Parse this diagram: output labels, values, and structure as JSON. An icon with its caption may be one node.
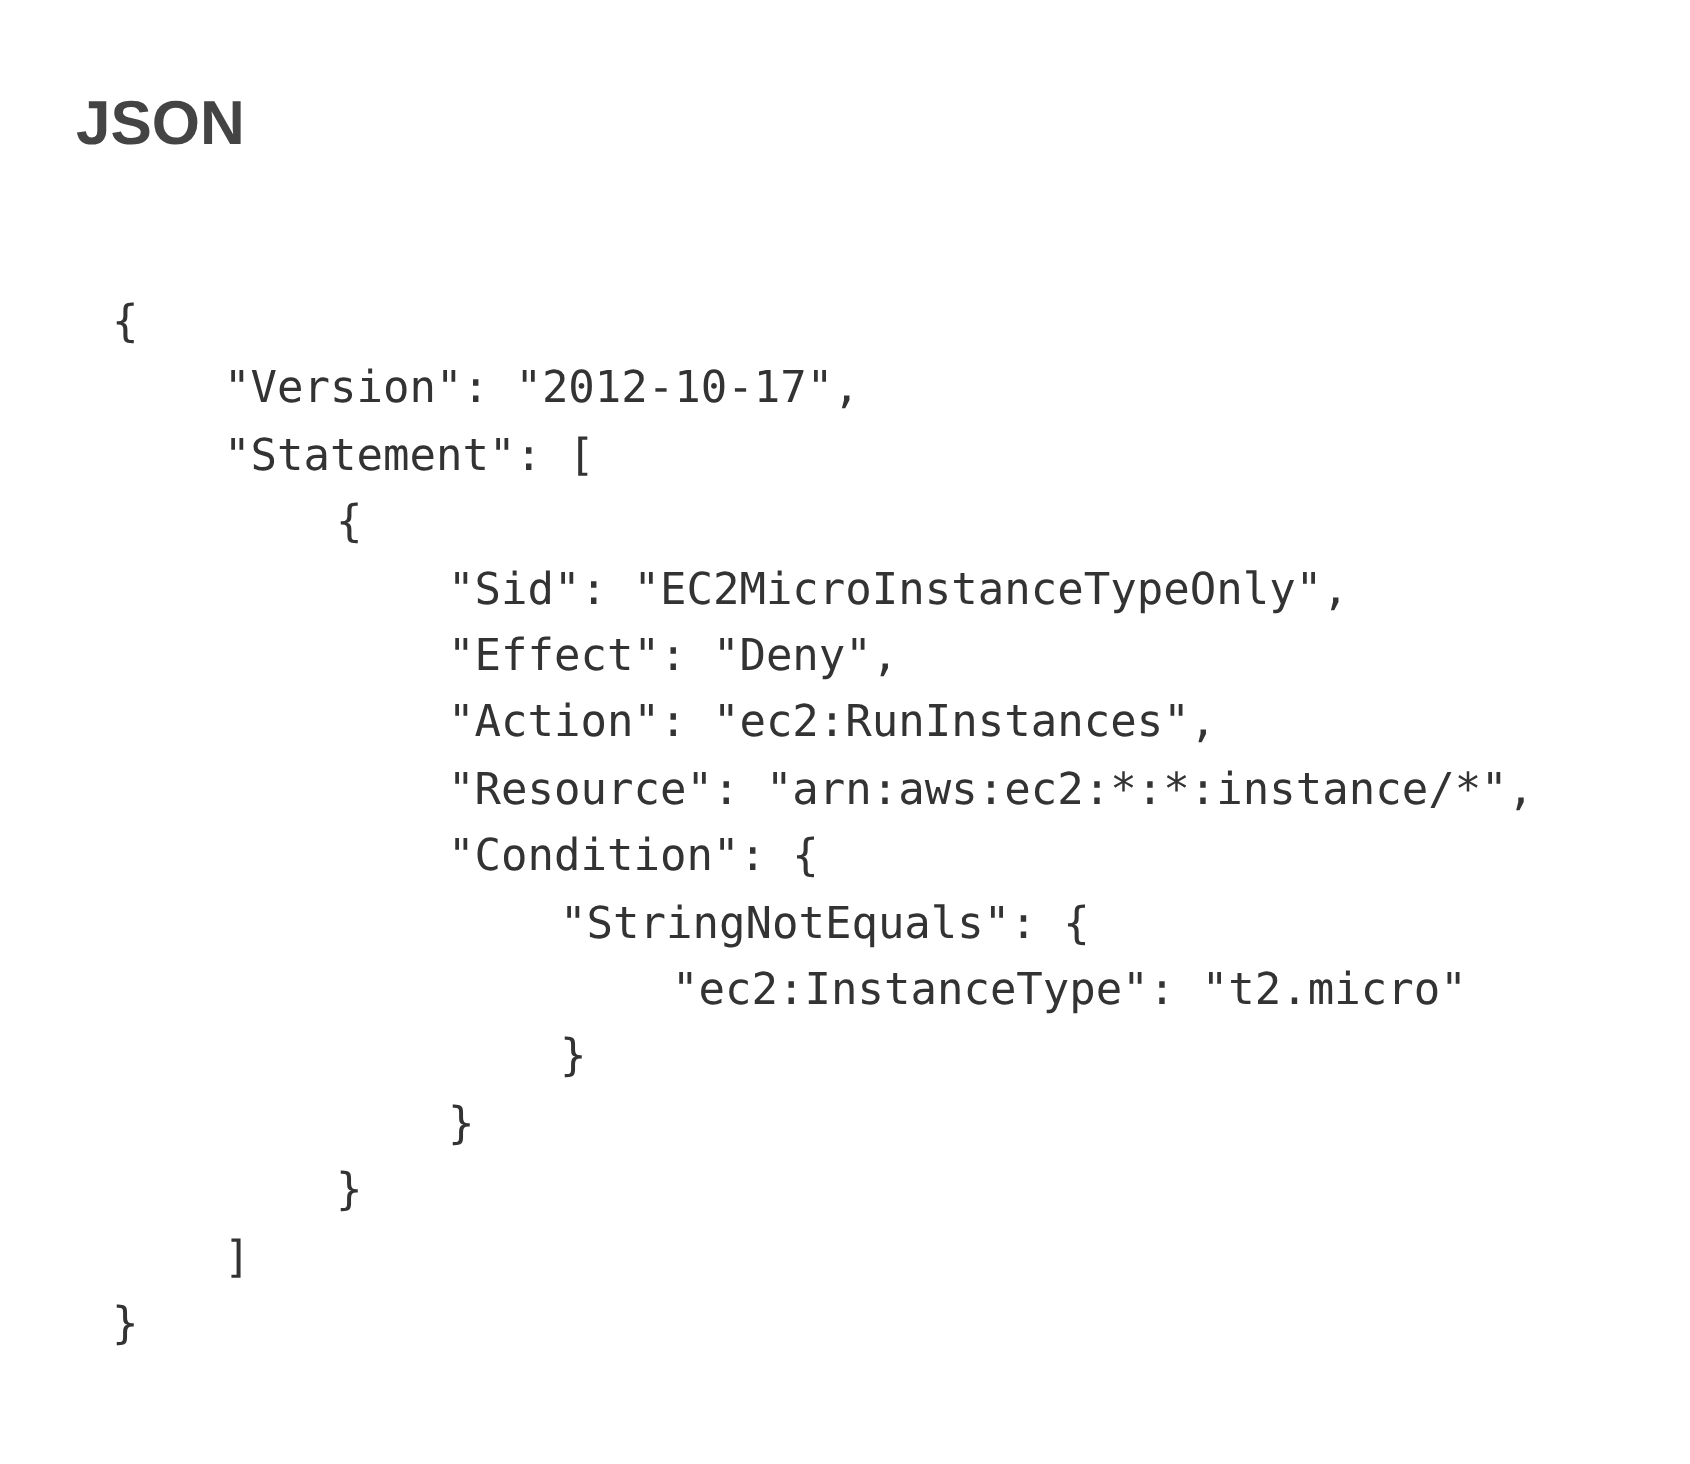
{
  "diagram": {
    "title": "JSON",
    "labels": [
      "{",
      "\"Version\": \"2012-10-17\",",
      "\"Statement\": [",
      "{",
      "\"Sid\": \"EC2MicroInstanceTypeOnly\",",
      "\"Effect\": \"Deny\",",
      "\"Action\": \"ec2:RunInstances\",",
      "\"Resource\": \"arn:aws:ec2:*:*:instance/*\",",
      "\"Condition\": {",
      "\"StringNotEquals\": {",
      "\"ec2:InstanceType\": \"t2.micro\"",
      "}",
      "}",
      "}",
      "]",
      "}"
    ]
  }
}
